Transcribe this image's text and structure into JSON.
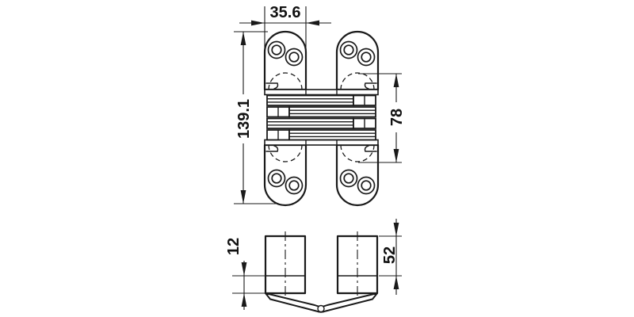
{
  "drawing": {
    "dimensions": {
      "leaf_width": "35.6",
      "overall_length": "139.1",
      "bore_spacing": "78",
      "edge_offset": "12",
      "bore_height": "52"
    },
    "colors": {
      "line": "#1a1a1a",
      "background": "#ffffff"
    }
  }
}
